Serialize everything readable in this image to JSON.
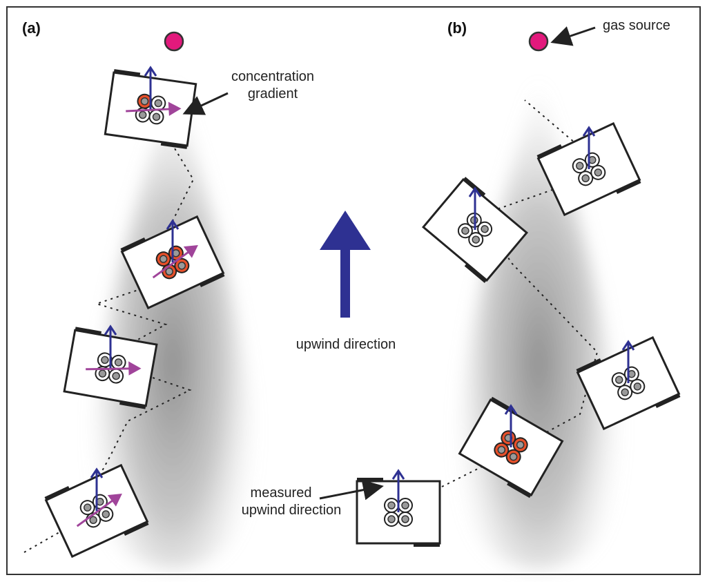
{
  "panels": {
    "a": "(a)",
    "b": "(b)"
  },
  "labels": {
    "concentration_gradient_line1": "concentration",
    "concentration_gradient_line2": "gradient",
    "gas_source": "gas source",
    "upwind_direction": "upwind direction",
    "measured_upwind_line1": "measured",
    "measured_upwind_line2": "upwind direction"
  },
  "colors": {
    "plume": "#8f8f8f",
    "source": "#e2197c",
    "wind_arrow": "#2e3192",
    "gradient_arrow": "#a0449a",
    "robot_outline": "#222222",
    "active_sensor": "#e8502a"
  },
  "robots": [
    {
      "id": "a1",
      "panel": "a",
      "sensors_active": 1,
      "gradient_arrow": true
    },
    {
      "id": "a2",
      "panel": "a",
      "sensors_active": 4,
      "gradient_arrow": true
    },
    {
      "id": "a3",
      "panel": "a",
      "sensors_active": 0,
      "gradient_arrow": true
    },
    {
      "id": "a4",
      "panel": "a",
      "sensors_active": 0,
      "gradient_arrow": true
    },
    {
      "id": "b1",
      "panel": "b",
      "sensors_active": 0,
      "gradient_arrow": false
    },
    {
      "id": "b2",
      "panel": "b",
      "sensors_active": 0,
      "gradient_arrow": false
    },
    {
      "id": "b3",
      "panel": "b",
      "sensors_active": 0,
      "gradient_arrow": false
    },
    {
      "id": "b4",
      "panel": "b",
      "sensors_active": 4,
      "gradient_arrow": false
    },
    {
      "id": "b5",
      "panel": "b",
      "sensors_active": 0,
      "gradient_arrow": false
    }
  ]
}
